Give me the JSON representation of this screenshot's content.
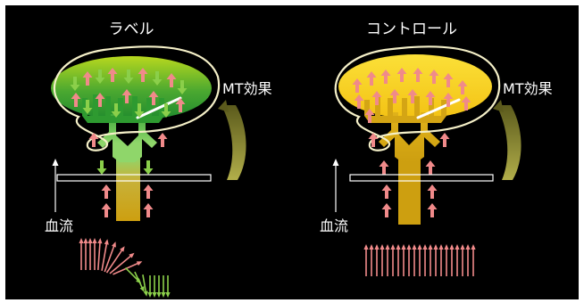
{
  "panels": [
    {
      "title": "ラベル",
      "mt_label": "MT効果",
      "flow_label": "血流"
    },
    {
      "title": "コントロール",
      "mt_label": "MT効果",
      "flow_label": "血流"
    }
  ],
  "colors": {
    "background": "#000000",
    "label_tissue": "#6fbe2e",
    "control_tissue": "#f5cf1a",
    "vessel": "#cd9f10",
    "pink_arrow": "#f08a8a",
    "green_arrow": "#8bcf4a",
    "mt_arrow": "#8c8a33",
    "outline": "#f5f0c8"
  },
  "icons": [
    "pink-arrow-icon",
    "green-arrow-icon",
    "mt-curved-arrow-icon",
    "flow-arrow-icon"
  ]
}
